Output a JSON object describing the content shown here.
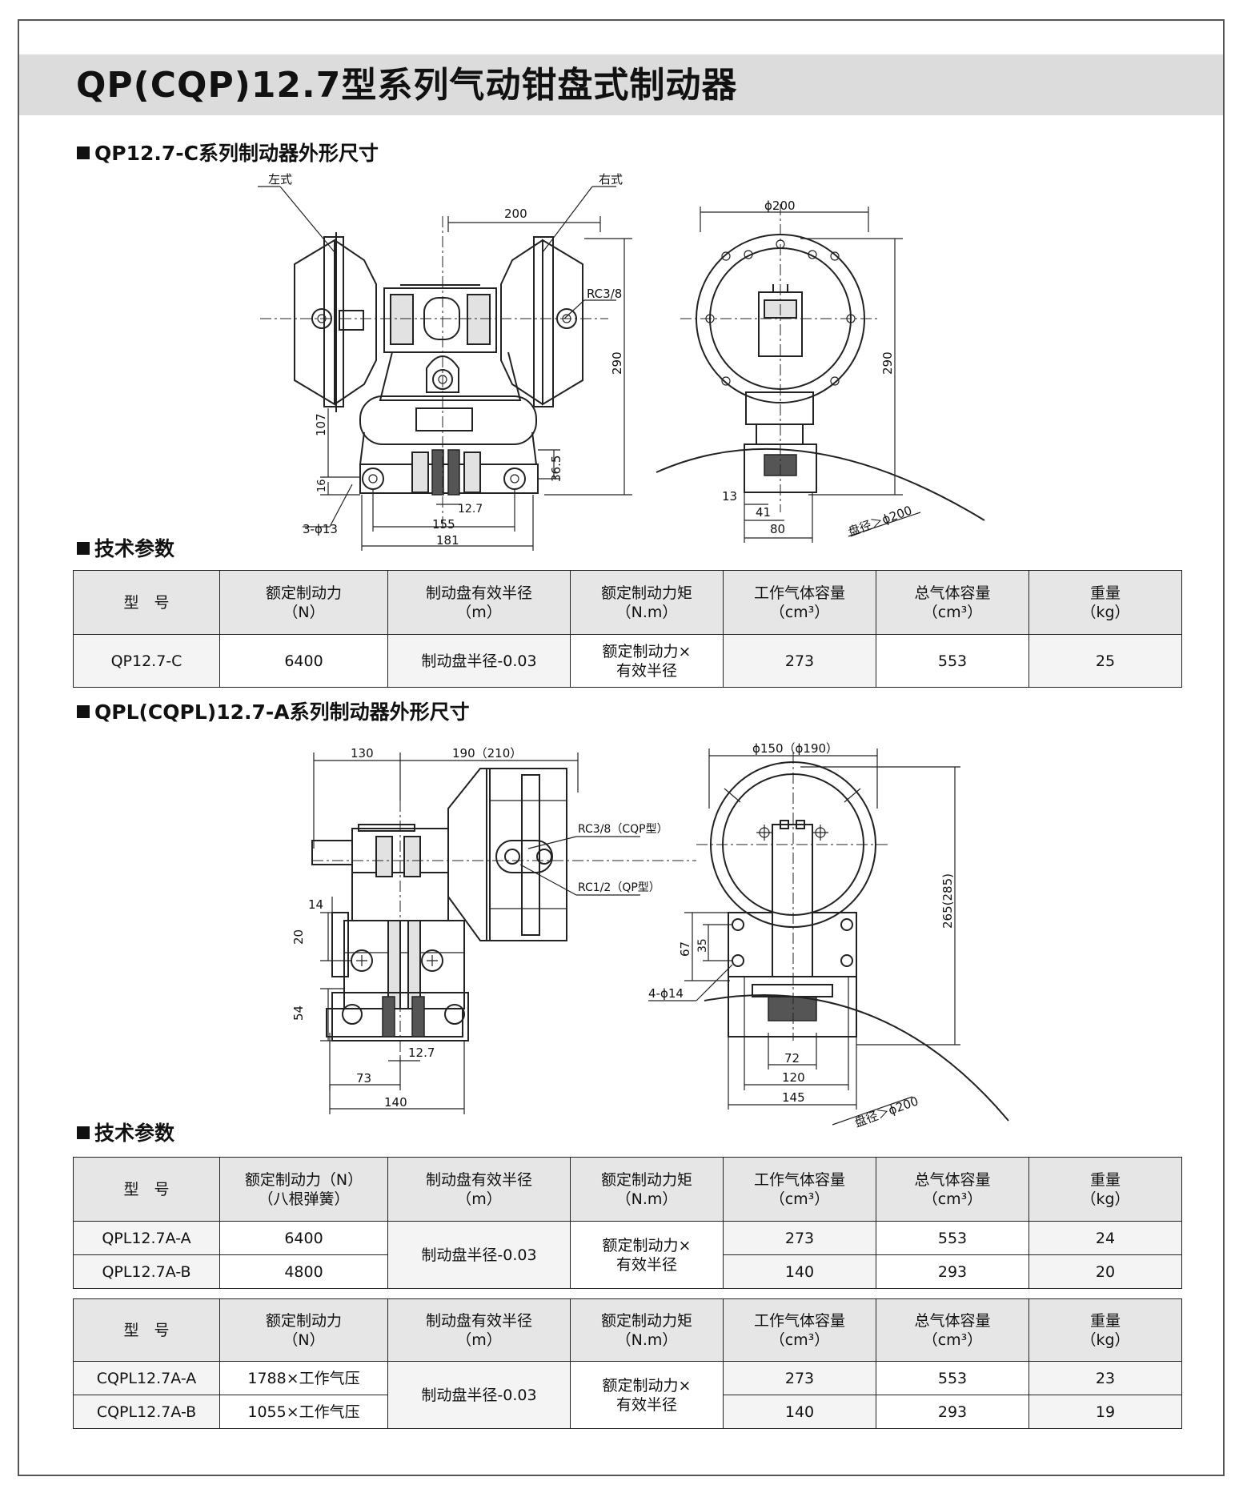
{
  "title": "QP(CQP)12.7型系列气动钳盘式制动器",
  "section1": {
    "title": "QP12.7-C系列制动器外形尺寸",
    "labels": {
      "left_style": "左式",
      "right_style": "右式",
      "d200w": "200",
      "rc38": "RC3/8",
      "h290": "290",
      "h107": "107",
      "h16": "16",
      "d36_5": "36.5",
      "d12_7": "12.7",
      "holes": "3-ϕ13",
      "d155": "155",
      "d181": "181",
      "phi200": "ϕ200",
      "h290b": "290",
      "d13": "13",
      "d41": "41",
      "d80": "80",
      "disc": "盘径＞ϕ200"
    }
  },
  "specs1_title": "技术参数",
  "table1": {
    "headers": [
      {
        "l1": "型　号",
        "l2": ""
      },
      {
        "l1": "额定制动力",
        "l2": "（N）"
      },
      {
        "l1": "制动盘有效半径",
        "l2": "（m）"
      },
      {
        "l1": "额定制动力矩",
        "l2": "（N.m）"
      },
      {
        "l1": "工作气体容量",
        "l2": "（cm³）"
      },
      {
        "l1": "总气体容量",
        "l2": "（cm³）"
      },
      {
        "l1": "重量",
        "l2": "（kg）"
      }
    ],
    "row": {
      "model": "QP12.7-C",
      "force": "6400",
      "radius": "制动盘半径-0.03",
      "torque_l1": "额定制动力×",
      "torque_l2": "有效半径",
      "work": "273",
      "total": "553",
      "weight": "25"
    }
  },
  "section2": {
    "title": "QPL(CQPL)12.7-A系列制动器外形尺寸",
    "labels": {
      "d130": "130",
      "d190": "190（210）",
      "rc38": "RC3/8（CQP型）",
      "rc12": "RC1/2（QP型）",
      "d14": "14",
      "d20": "20",
      "d54": "54",
      "d12_7": "12.7",
      "d73": "73",
      "d140": "140",
      "phi150": "ϕ150（ϕ190）",
      "h265": "265(285)",
      "d67": "67",
      "d35": "35",
      "holes": "4-ϕ14",
      "d72": "72",
      "d120": "120",
      "d145": "145",
      "disc": "盘径＞ϕ200"
    }
  },
  "specs2_title": "技术参数",
  "table2": {
    "headers": [
      {
        "l1": "型　号",
        "l2": ""
      },
      {
        "l1": "额定制动力（N）",
        "l2": "（八根弹簧）"
      },
      {
        "l1": "制动盘有效半径",
        "l2": "（m）"
      },
      {
        "l1": "额定制动力矩",
        "l2": "（N.m）"
      },
      {
        "l1": "工作气体容量",
        "l2": "（cm³）"
      },
      {
        "l1": "总气体容量",
        "l2": "（cm³）"
      },
      {
        "l1": "重量",
        "l2": "（kg）"
      }
    ],
    "radius": "制动盘半径-0.03",
    "torque_l1": "额定制动力×",
    "torque_l2": "有效半径",
    "rows": [
      {
        "model": "QPL12.7A-A",
        "force": "6400",
        "work": "273",
        "total": "553",
        "weight": "24"
      },
      {
        "model": "QPL12.7A-B",
        "force": "4800",
        "work": "140",
        "total": "293",
        "weight": "20"
      }
    ]
  },
  "table3": {
    "headers": [
      {
        "l1": "型　号",
        "l2": ""
      },
      {
        "l1": "额定制动力",
        "l2": "（N）"
      },
      {
        "l1": "制动盘有效半径",
        "l2": "（m）"
      },
      {
        "l1": "额定制动力矩",
        "l2": "（N.m）"
      },
      {
        "l1": "工作气体容量",
        "l2": "（cm³）"
      },
      {
        "l1": "总气体容量",
        "l2": "（cm³）"
      },
      {
        "l1": "重量",
        "l2": "（kg）"
      }
    ],
    "radius": "制动盘半径-0.03",
    "torque_l1": "额定制动力×",
    "torque_l2": "有效半径",
    "rows": [
      {
        "model": "CQPL12.7A-A",
        "force": "1788×工作气压",
        "work": "273",
        "total": "553",
        "weight": "23"
      },
      {
        "model": "CQPL12.7A-B",
        "force": "1055×工作气压",
        "work": "140",
        "total": "293",
        "weight": "19"
      }
    ]
  }
}
